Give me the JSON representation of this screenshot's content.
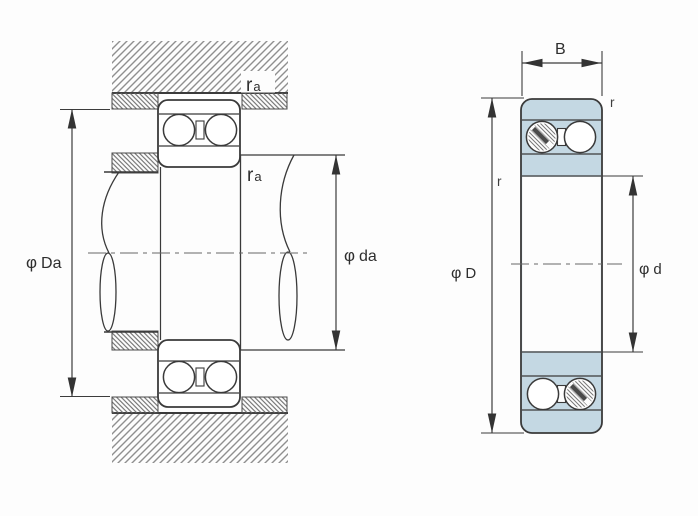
{
  "diagram": {
    "left_view": {
      "fillet_label_top": {
        "symbol": "r",
        "subscript": "a"
      },
      "fillet_label_mid": {
        "symbol": "r",
        "subscript": "a"
      },
      "housing_abutment_diameter": {
        "phi": "φ",
        "name": "Da"
      },
      "shaft_abutment_diameter": {
        "phi": "φ",
        "name": "da"
      }
    },
    "right_view": {
      "width_dim": "B",
      "corner_radius_top": "r",
      "corner_radius_side": "r",
      "outer_diameter": {
        "phi": "φ",
        "name": "D"
      },
      "bore_diameter": {
        "phi": "φ",
        "name": "d"
      }
    },
    "colors": {
      "line": "#3a3a3a",
      "dimension": "#3c3c3c",
      "hatch": "#8f8f8f",
      "dense_hatch": "#6f6f6f",
      "ring_fill": "#c4d8e3",
      "background": "#fdfdfd"
    }
  }
}
